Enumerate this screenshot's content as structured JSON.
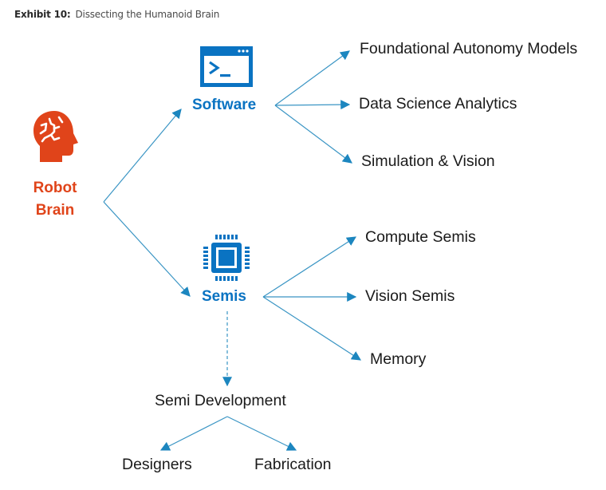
{
  "header": {
    "label": "Exhibit 10:",
    "title": "Dissecting the Humanoid Brain"
  },
  "colors": {
    "arrow": "#2a8cbf",
    "accent_blue": "#0a73c2",
    "accent_orange": "#e0441a",
    "text": "#1a1a1a"
  },
  "root": {
    "label_line1": "Robot",
    "label_line2": "Brain",
    "icon": "brain-head-icon"
  },
  "branches": {
    "software": {
      "label": "Software",
      "icon": "terminal-window-icon",
      "children": [
        "Foundational Autonomy Models",
        "Data Science Analytics",
        "Simulation & Vision"
      ]
    },
    "semis": {
      "label": "Semis",
      "icon": "chip-icon",
      "children": [
        "Compute Semis",
        "Vision Semis",
        "Memory"
      ],
      "sub": {
        "label": "Semi Development",
        "children": [
          "Designers",
          "Fabrication"
        ]
      }
    }
  }
}
